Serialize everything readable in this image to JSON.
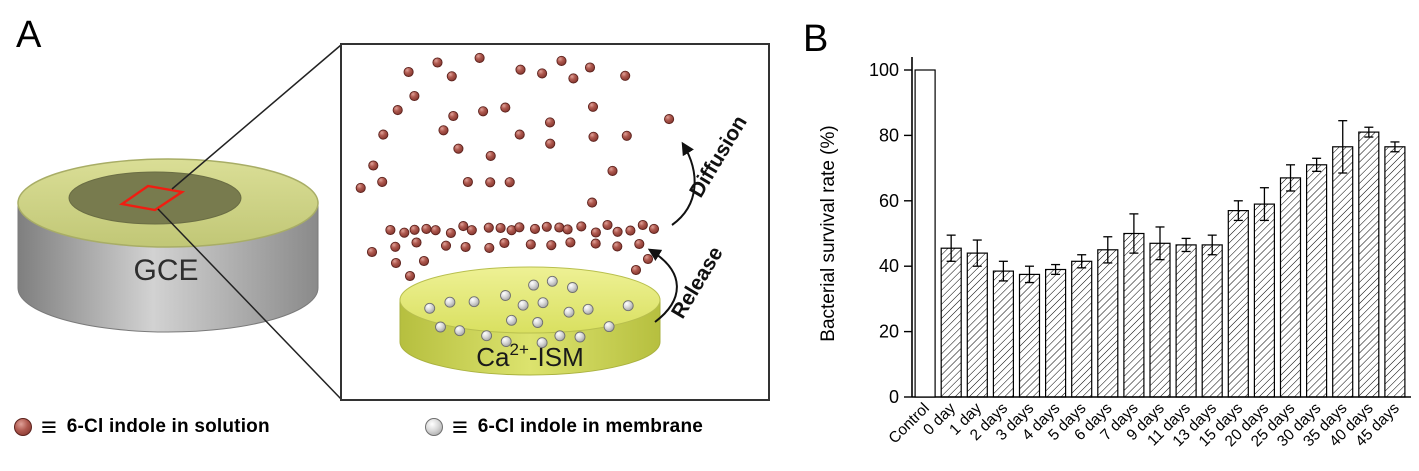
{
  "figure": {
    "panel_a_label": "A",
    "panel_b_label": "B"
  },
  "panelA": {
    "gce_label": "GCE",
    "membrane_label": {
      "base": "Ca",
      "sup": "2+",
      "suffix": "-ISM"
    },
    "arrows": {
      "diffusion": "Diffusion",
      "release": "Release"
    },
    "legend": [
      {
        "icon": "solution-dot",
        "equiv": "≡",
        "text": "6-Cl indole in solution"
      },
      {
        "icon": "membrane-dot",
        "equiv": "≡",
        "text": "6-Cl indole in membrane"
      }
    ]
  },
  "chart_data": {
    "type": "bar",
    "title": "",
    "xlabel": "",
    "ylabel": "Bacterial survival rate (%)",
    "ylim": [
      0,
      100
    ],
    "yticks": [
      0,
      20,
      40,
      60,
      80,
      100
    ],
    "grid": false,
    "legend_position": "none",
    "bar_style_note": "Control bar open/white; all other bars white with black diagonal hatching; black error bars with caps",
    "categories": [
      "Control",
      "0 day",
      "1 day",
      "2 days",
      "3 days",
      "4 days",
      "5 days",
      "6 days",
      "7 days",
      "9 days",
      "11 days",
      "13 days",
      "15 days",
      "20 days",
      "25 days",
      "30 days",
      "35 days",
      "40 days",
      "45 days"
    ],
    "values": [
      100,
      45.5,
      44,
      38.5,
      37.5,
      39,
      41.5,
      45,
      50,
      47,
      46.5,
      46.5,
      57,
      59,
      67,
      71,
      76.5,
      81,
      76.5
    ],
    "errors": [
      0,
      4,
      4,
      3,
      2.5,
      1.5,
      2,
      4,
      6,
      5,
      2,
      3,
      3,
      5,
      4,
      2,
      8,
      1.5,
      1.5
    ]
  },
  "colors": {
    "solution_dot": "#a5504a",
    "membrane_dot": "#c9c9c9",
    "membrane_disk": "#dce268",
    "gce_top": "#ccd184",
    "gce_inner": "#787b4e",
    "sensing_region_outline": "#f01d11",
    "axis": "#000000"
  }
}
